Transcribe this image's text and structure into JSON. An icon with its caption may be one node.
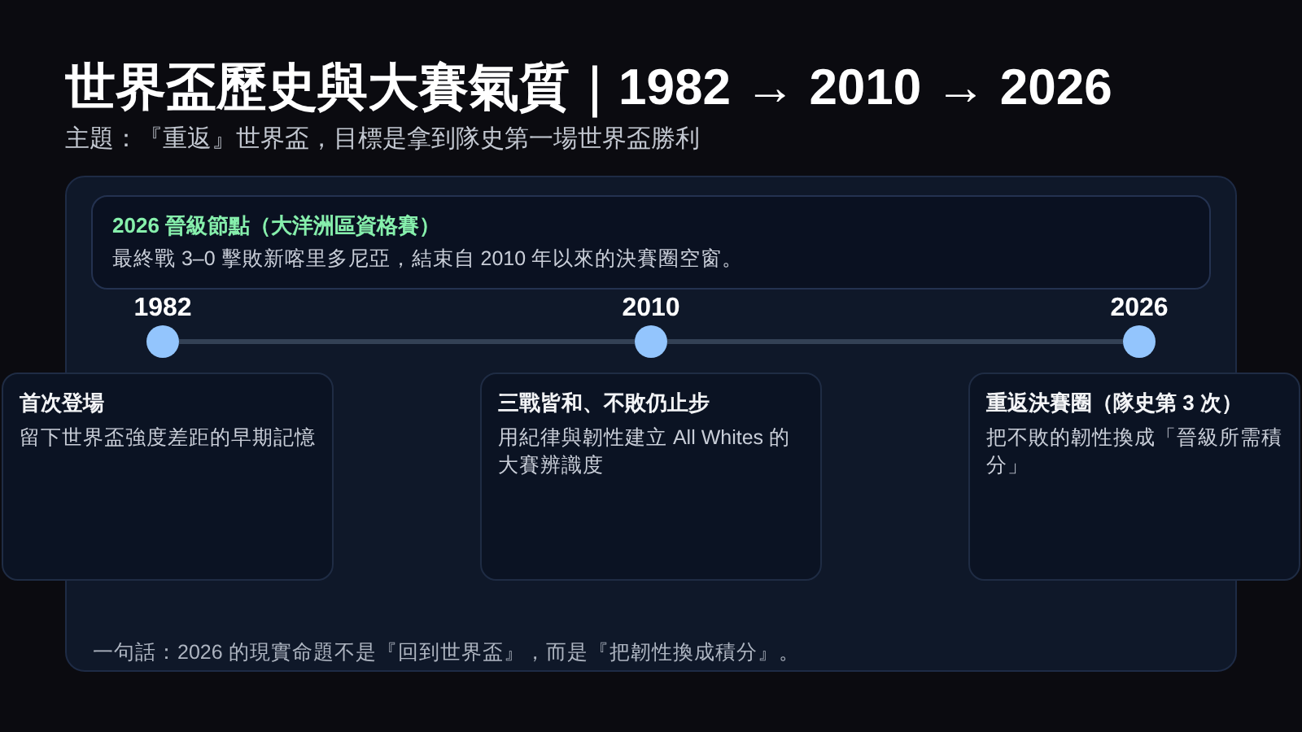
{
  "diagram": {
    "title": "世界盃歷史與大賽氣質｜1982 → 2010 → 2026",
    "nodes": [
      {
        "text": [
          "一句話：2026 的現實命題不是『回到世界盃』，而是『把韌性換成積分』。"
        ]
      },
      {
        "text": [
          "2026 晉級節點（大洋洲區資格賽）",
          "最終戰 3–0 擊敗新喀里多尼亞，結束自 2010 年以來的決賽圈空窗。"
        ],
        "in": 0
      },
      {
        "text": [],
        "shape": "circle",
        "beside": [
          "1982"
        ],
        "in": 0
      },
      {
        "text": [],
        "shape": "circle",
        "beside": [
          "2010"
        ],
        "in": 0
      },
      {
        "text": [],
        "shape": "circle",
        "beside": [
          "2026"
        ],
        "in": 0
      },
      {
        "text": [
          "首次登場",
          "留下世界盃強度差距的早期記憶"
        ]
      },
      {
        "text": [
          "三戰皆和、不敗仍止步",
          "用紀律與韌性建立 All Whites 的大賽辨識度"
        ],
        "in": 0
      },
      {
        "text": [
          "重返決賽圈（隊史第 3 次）",
          "把不敗的韌性換成「晉級所需積分」"
        ]
      }
    ],
    "edges": [
      {
        "from": 2,
        "to": 3,
        "arrow": "none"
      },
      {
        "from": 3,
        "to": 4,
        "arrow": "none"
      }
    ],
    "labels": [
      "主題：『重返』世界盃，目標是拿到隊史第一場世界盃勝利"
    ]
  }
}
